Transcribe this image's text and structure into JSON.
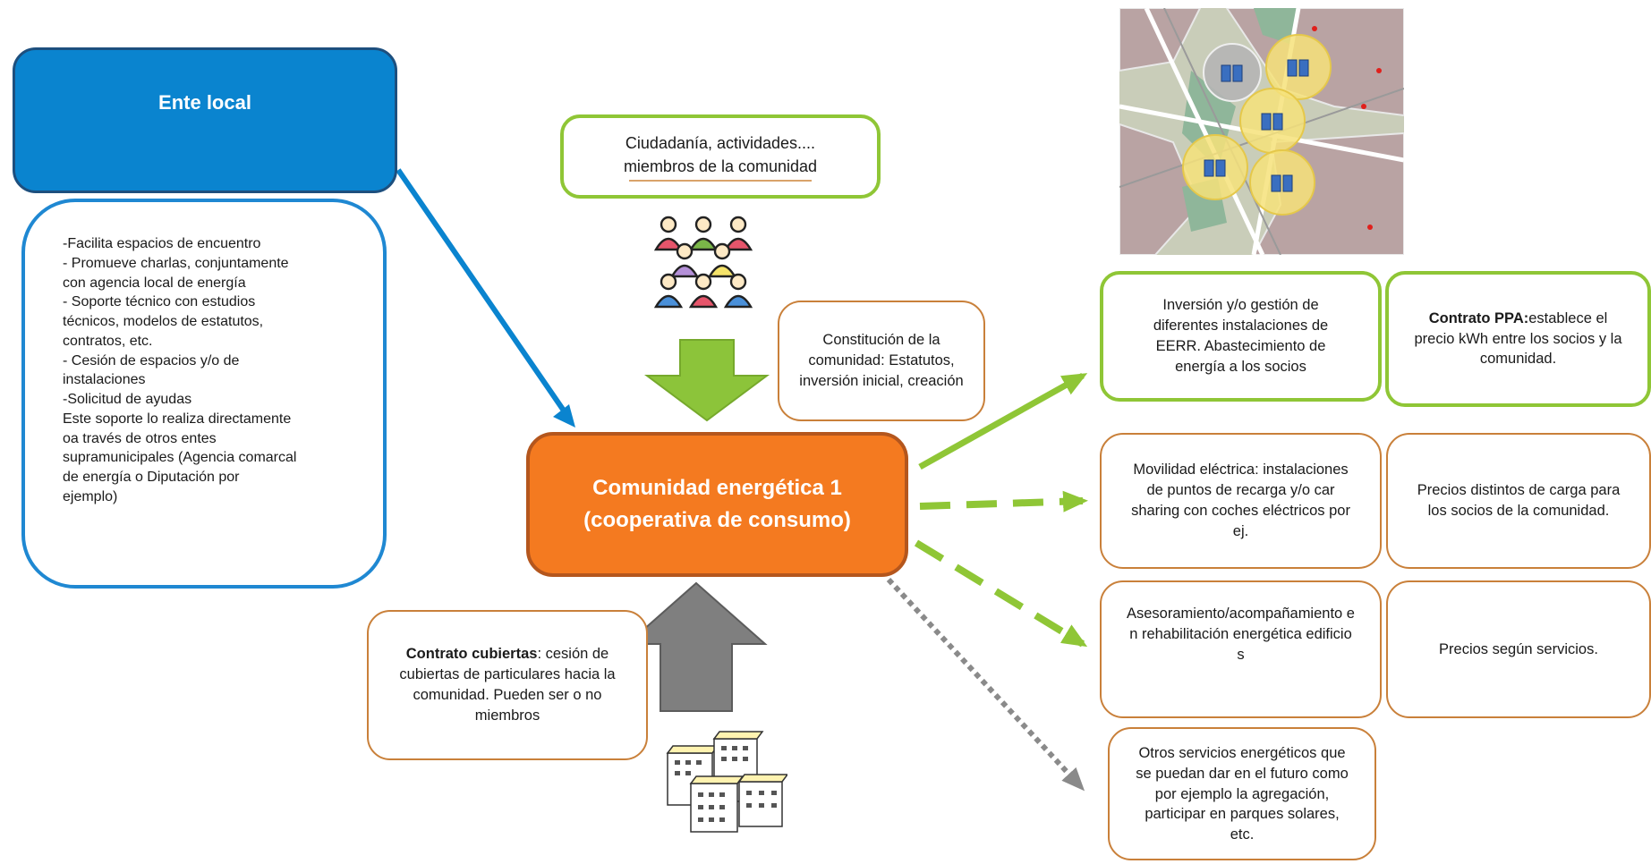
{
  "local_entity": {
    "title": "Ente local",
    "lines": [
      "-Facilita espacios de encuentro",
      "- Promueve charlas, conjuntamente",
      "con agencia local de energía",
      "- Soporte técnico con estudios",
      "técnicos, modelos de estatutos,",
      "contratos, etc.",
      "- Cesión de espacios y/o de",
      "instalaciones",
      "-Solicitud de ayudas",
      "Este soporte lo realiza directamente",
      "oa través de otros entes",
      "supramunicipales (Agencia comarcal",
      "de energía o Diputación por",
      "ejemplo)"
    ]
  },
  "members_box": {
    "line1": "Ciudadanía, actividades....",
    "line2": "miembros de la comunidad"
  },
  "constitution": {
    "text": "Constitución de la comunidad: Estatutos, inversión inicial, creación"
  },
  "community": {
    "line1": "Comunidad energética 1",
    "line2": "(cooperativa de consumo)"
  },
  "roof_contract": {
    "bold": "Contrato cubiertas",
    "text": ": cesión de cubiertas de particulares hacia la comunidad. Pueden ser o no miembros"
  },
  "services": [
    {
      "text": "Inversión y/o gestión de diferentes instalaciones de EERR. Abastecimiento de energía a los socios"
    },
    {
      "text": "Movilidad eléctrica: instalaciones de puntos de recarga y/o car sharing con coches eléctricos por ej."
    },
    {
      "text": "Asesoramiento/acompañamiento en rehabilitación energética edificios"
    },
    {
      "text": "Otros servicios energéticos que se puedan dar en el futuro como por ejemplo la agregación, participar en parques solares, etc."
    }
  ],
  "prices": [
    {
      "bold": "Contrato PPA:",
      "text": "establece el precio kWh entre los socios y la comunidad."
    },
    {
      "text": "Precios distintos de carga para los socios de la comunidad."
    },
    {
      "text": "Precios según servicios."
    }
  ],
  "colors": {
    "blue": "#0a84cf",
    "orange": "#f47a20",
    "green": "#8fc636",
    "gray": "#7f7f7f"
  },
  "icons": [
    "people-icon",
    "buildings-icon",
    "solar-panel-icon",
    "map-image"
  ]
}
